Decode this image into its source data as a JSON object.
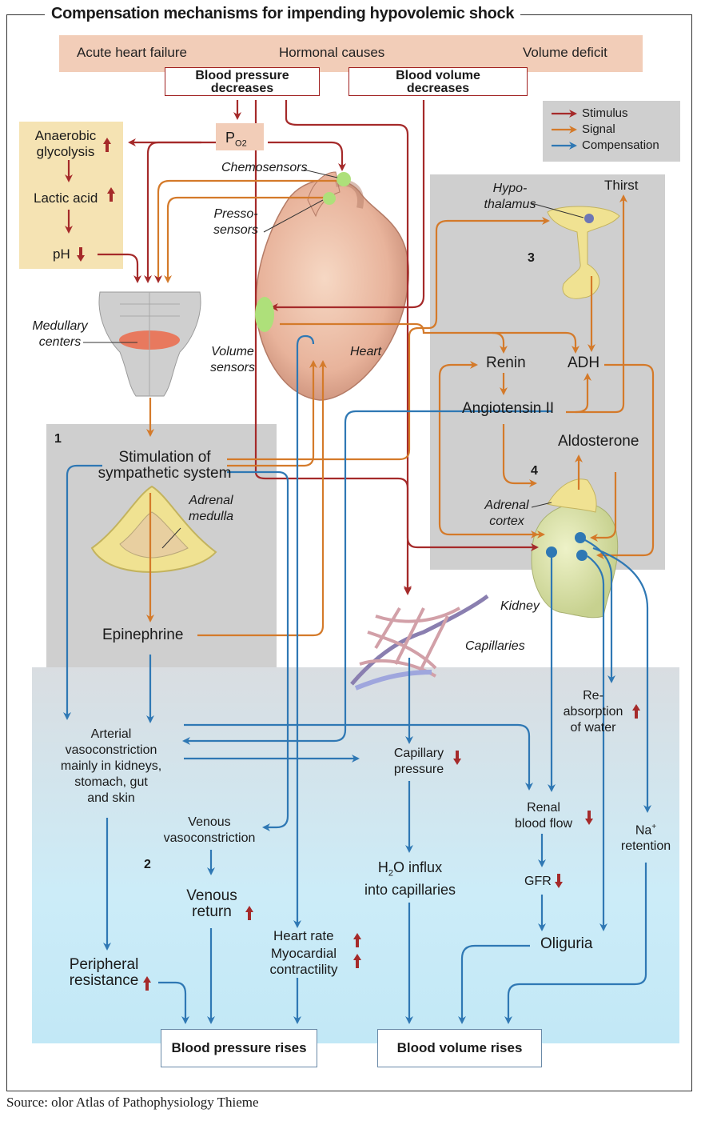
{
  "title": "Compensation mechanisms for impending hypovolemic shock",
  "causes": {
    "acute_heart_failure": "Acute heart failure",
    "hormonal_causes": "Hormonal causes",
    "volume_deficit": "Volume deficit"
  },
  "triggers": {
    "bp_line1": "Blood pressure",
    "bp_line2": "decreases",
    "bv_line1": "Blood volume",
    "bv_line2": "decreases"
  },
  "po2": {
    "p": "P",
    "sub": "O2"
  },
  "lactic": {
    "anaerobic_1": "Anaerobic",
    "anaerobic_2": "glycolysis",
    "lactic_acid": "Lactic acid",
    "ph": "pH"
  },
  "sensors": {
    "chemo": "Chemosensors",
    "presso_1": "Presso-",
    "presso_2": "sensors",
    "volume_1": "Volume",
    "volume_2": "sensors",
    "heart": "Heart",
    "medullary_1": "Medullary",
    "medullary_2": "centers"
  },
  "hormonal": {
    "hypo_1": "Hypo-",
    "hypo_2": "thalamus",
    "thirst": "Thirst",
    "renin": "Renin",
    "adh": "ADH",
    "angiotensin": "Angiotensin II",
    "aldosterone": "Aldosterone",
    "adrenal_cortex_1": "Adrenal",
    "adrenal_cortex_2": "cortex",
    "kidney": "Kidney",
    "capillaries": "Capillaries"
  },
  "sympathetic": {
    "stim_1": "Stimulation of",
    "stim_2": "sympathetic system",
    "adrenal_medulla_1": "Adrenal",
    "adrenal_medulla_2": "medulla",
    "epinephrine": "Epinephrine"
  },
  "numbers": {
    "n1": "1",
    "n2": "2",
    "n3": "3",
    "n4": "4"
  },
  "effects": {
    "arterial_1": "Arterial",
    "arterial_2": "vasoconstriction",
    "arterial_3": "mainly in kidneys,",
    "arterial_4": "stomach, gut",
    "arterial_5": "and skin",
    "venous_vc_1": "Venous",
    "venous_vc_2": "vasoconstriction",
    "venous_return_1": "Venous",
    "venous_return_2": "return",
    "heart_rate": "Heart rate",
    "myocardial_1": "Myocardial",
    "myocardial_2": "contractility",
    "peripheral_1": "Peripheral",
    "peripheral_2": "resistance",
    "cap_pressure_1": "Capillary",
    "cap_pressure_2": "pressure",
    "h2o_1a": "H",
    "h2o_1sub": "2",
    "h2o_1b": "O influx",
    "h2o_2": "into capillaries",
    "renal_1": "Renal",
    "renal_2": "blood flow",
    "gfr": "GFR",
    "oliguria": "Oliguria",
    "reabs_1": "Re-",
    "reabs_2": "absorption",
    "reabs_3": "of water",
    "na_1": "Na",
    "na_sup": "+",
    "na_2": "retention"
  },
  "results": {
    "bp_rises": "Blood pressure rises",
    "bv_rises": "Blood volume rises"
  },
  "legend": {
    "stimulus": "Stimulus",
    "signal": "Signal",
    "compensation": "Compensation"
  },
  "colors": {
    "stimulus": "#a52a2a",
    "signal": "#d47a2a",
    "compensation": "#2f78b4"
  },
  "source": "Source: olor Atlas of Pathophysiology Thieme"
}
